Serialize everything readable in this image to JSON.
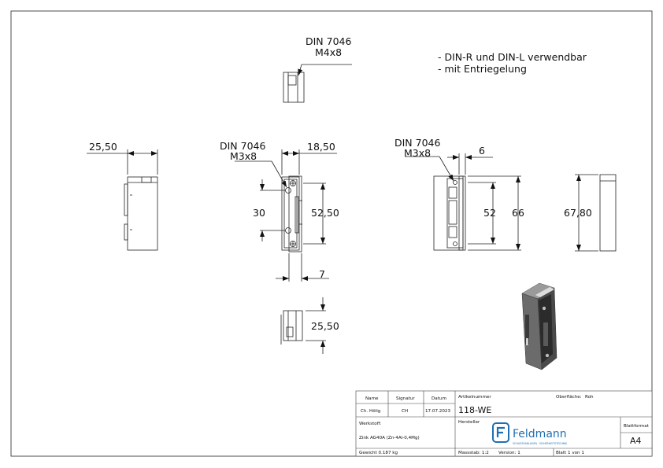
{
  "notes": [
    "- DIN-R und DIN-L verwendbar",
    "- mit Entriegelung"
  ],
  "top_view": {
    "din_label": "DIN 7046",
    "screw_label": "M4x8"
  },
  "side_left": {
    "width_dim": "25,50"
  },
  "front_view": {
    "din_label": "DIN 7046",
    "screw_label": "M3x8",
    "width_dim": "18,50",
    "hole_spacing": "30",
    "height_dim": "52,50",
    "bottom_dim": "7"
  },
  "bottom_view": {
    "depth_dim": "25,50"
  },
  "faceplate_view": {
    "din_label": "DIN 7046",
    "screw_label": "M3x8",
    "offset_dim": "6",
    "inner_height": "52",
    "outer_height": "66"
  },
  "side_right": {
    "height_dim": "67,80"
  },
  "title_block": {
    "name_header": "Name",
    "signature_header": "Signatur",
    "date_header": "Datum",
    "name_value": "Ch. Hölig",
    "signature_value": "CH",
    "date_value": "17.07.2023",
    "material_label": "Werkstoff:",
    "material_value": "Zink AG40A (Zn-4Al-0,4Mg)",
    "weight": "Gewicht 0.187 kg",
    "article_label": "Artikelnummer",
    "article_value": "118-WE",
    "surface_label": "Oberfläche:",
    "surface_value": "Roh",
    "manufacturer_label": "Hersteller",
    "brand": "Feldmann",
    "brand_tagline": "SCHLIESSANLAGEN · SICHERHEITSTECHNIK",
    "scale": "Massstab: 1:2",
    "version": "Version: 1",
    "sheet": "Blatt 1 von 1",
    "format_label": "Blattformat",
    "format_value": "A4"
  }
}
